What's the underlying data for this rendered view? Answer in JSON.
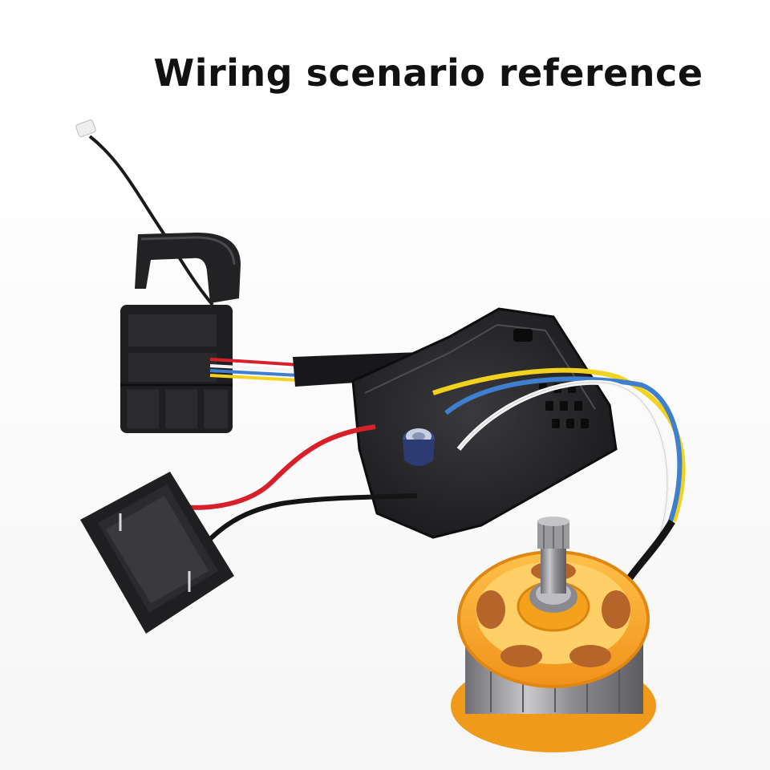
{
  "header": {
    "title": "Wiring scenario reference"
  },
  "photo": {
    "subject": "brushless-motor-controller-wiring",
    "components": [
      {
        "name": "trigger-switch"
      },
      {
        "name": "controller-board"
      },
      {
        "name": "battery-terminal-block"
      },
      {
        "name": "brushless-motor"
      }
    ],
    "colors": {
      "wire_red": "#d8202a",
      "wire_black": "#151515",
      "wire_yellow": "#f2d21e",
      "wire_blue": "#3f7fd0",
      "wire_white": "#f4f4f4",
      "plastic_black": "#1d1d1f",
      "motor_orange": "#f4a21c",
      "copper": "#b5652a"
    }
  }
}
